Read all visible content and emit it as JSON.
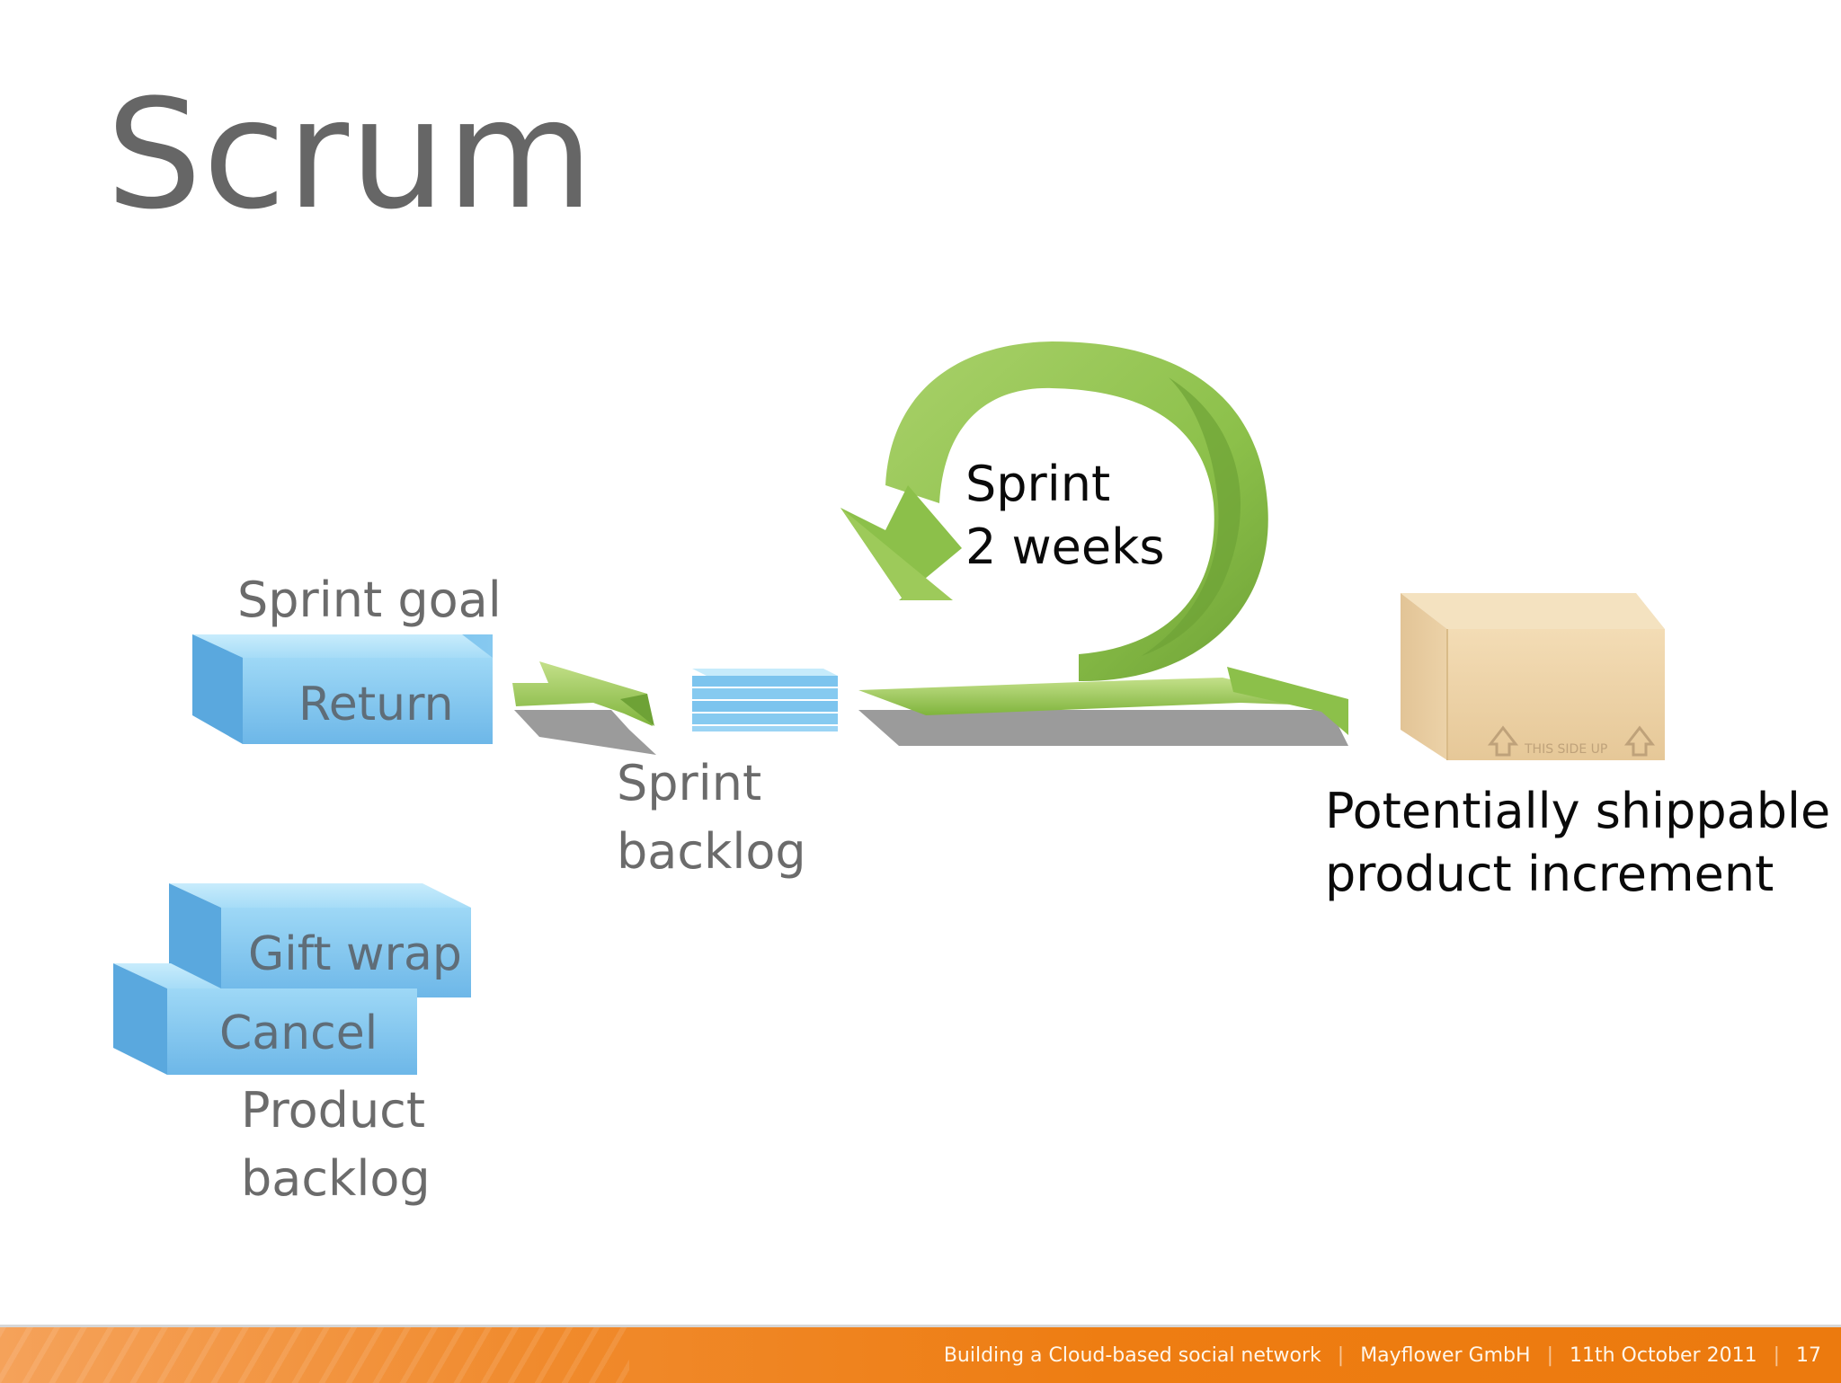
{
  "slide": {
    "title": "Scrum",
    "labels": {
      "sprint_goal": "Sprint goal",
      "sprint_backlog_line1": "Sprint",
      "sprint_backlog_line2": "backlog",
      "product_backlog_line1": "Product",
      "product_backlog_line2": "backlog",
      "sprint_cycle_line1": "Sprint",
      "sprint_cycle_line2": "2 weeks",
      "increment_line1": "Potentially shippable",
      "increment_line2": "product increment"
    },
    "boxes": {
      "return": "Return",
      "gift_wrap": "Gift wrap",
      "cancel": "Cancel"
    },
    "package_print": "THIS SIDE UP"
  },
  "footer": {
    "presentation": "Building a Cloud-based social network",
    "company": "Mayflower GmbH",
    "date": "11th October 2011",
    "page_number": "17",
    "separator": "|"
  },
  "colors": {
    "title_gray": "#666666",
    "arrow_green": "#8bbf4a",
    "box_blue": "#7cc4ee",
    "footer_orange": "#ee7d12"
  }
}
